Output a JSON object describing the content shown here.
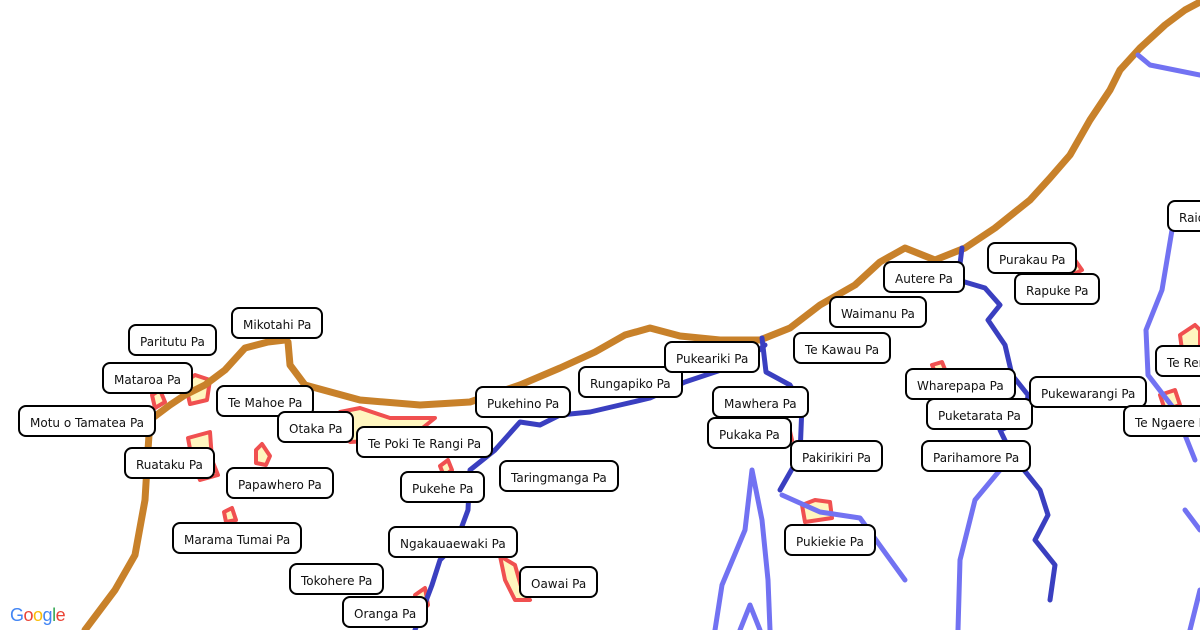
{
  "map": {
    "colors": {
      "coast": "#c8812a",
      "river_dark": "#3a3fc0",
      "river_light": "#7272f2",
      "site_fill": "#fff6bf",
      "site_stroke": "#f05050"
    },
    "labels": [
      "Mikotahi Pa",
      "Paritutu Pa",
      "Mataroa Pa",
      "Te Mahoe Pa",
      "Otaka Pa",
      "Motu o Tamatea Pa",
      "Ruataku Pa",
      "Papawhero Pa",
      "Te Poki Te Rangi Pa",
      "Pukehe Pa",
      "Marama Tumai Pa",
      "Ngakauaewaki Pa",
      "Tokohere Pa",
      "Oranga Pa",
      "Oawai Pa",
      "Taringmanga Pa",
      "Pukehino Pa",
      "Rungapiko Pa",
      "Pukeariki Pa",
      "Mawhera Pa",
      "Pukaka Pa",
      "Pakirikiri Pa",
      "Pukiekie Pa",
      "Te Kawau Pa",
      "Waimanu Pa",
      "Autere Pa",
      "Purakau Pa",
      "Rapuke Pa",
      "Wharepapa Pa",
      "Puketarata Pa",
      "Pukewarangi Pa",
      "Parihamore Pa",
      "Te Ngaere Pa",
      "Te Rere",
      "Raion"
    ]
  },
  "attribution": {
    "logo": "Google"
  }
}
